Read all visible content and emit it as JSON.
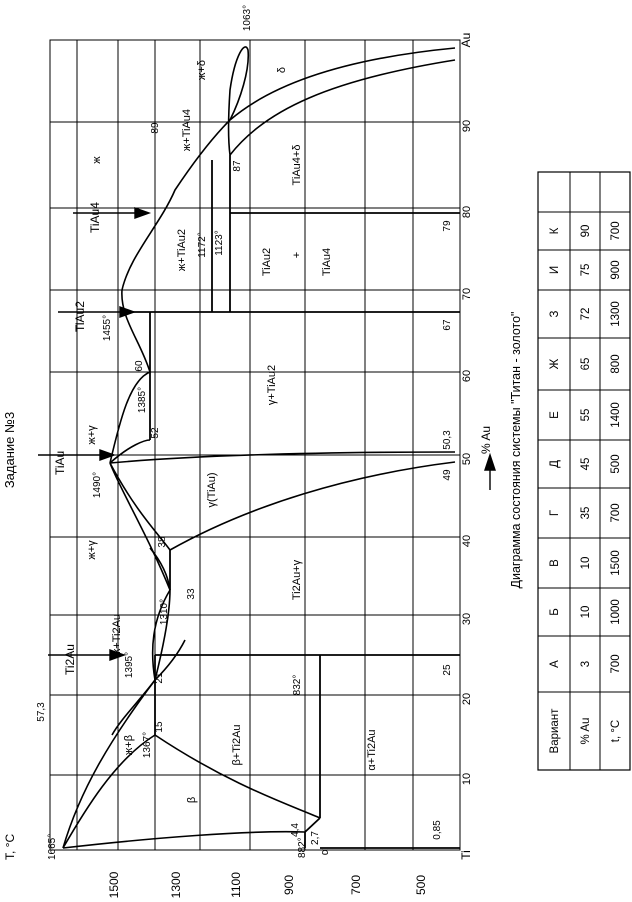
{
  "task_title": "Задание №3",
  "caption": "Диаграмма состояния системы \"Титан - золото\"",
  "axes": {
    "x_unit": "% Au",
    "left_element": "Ti",
    "right_element": "Au",
    "y_label": "T, °C",
    "x_ticks": [
      "10",
      "20",
      "30",
      "40",
      "50",
      "60",
      "70",
      "80",
      "90"
    ],
    "y_ticks": [
      "1500",
      "1300",
      "1100",
      "900",
      "700",
      "500"
    ]
  },
  "phase_labels": {
    "liquid": "ж",
    "beta": "β",
    "liq_beta": "ж+β",
    "beta_ti2au": "β+Ti2Au",
    "alpha_ti2au": "α+Ti2Au",
    "alpha": "α",
    "liq_ti2au": "ж+Ti2Au",
    "liq_gamma_a": "ж+γ",
    "liq_gamma_b": "ж+γ",
    "gamma": "γ(TiAu)",
    "ti2au_gamma": "Ti2Au+γ",
    "gamma_tiau2": "γ+TiAu2",
    "liq_tiau2": "ж+TiAu2",
    "tiau2_tiau4_1": "TiAu2",
    "tiau2_tiau4_2": "+",
    "tiau2_tiau4_3": "TiAu4",
    "liq_tiau4": "ж+TiAu4",
    "tiau4_delta": "TiAu4+δ",
    "liq_delta": "ж+δ",
    "delta": "δ"
  },
  "compound_arrows": [
    "Ti2Au",
    "TiAu",
    "TiAu2",
    "TiAu4"
  ],
  "temperature_labels": {
    "t1665": "1665°",
    "t882": "882°",
    "t1367": "1367°",
    "t1395": "1395°",
    "t1310": "1310°",
    "t832": "832°",
    "t1490": "1490°",
    "t1385": "1385°",
    "t1455": "1455°",
    "t1172": "1172°",
    "t1123": "1123°",
    "t1063": "1063°"
  },
  "composition_labels": {
    "c57_3": "57,3",
    "c4_4": "4,4",
    "c2_7": "2,7",
    "c0_85": "0,85",
    "c15": "15",
    "c21": "21",
    "c25": "25",
    "c33": "33",
    "c38": "38",
    "c49": "49",
    "c50_3": "50,3",
    "c52": "52",
    "c60": "60",
    "c67": "67",
    "c79": "79",
    "c87": "87",
    "c89": "89"
  },
  "variants_table": {
    "headers": [
      "Вариант",
      "% Au",
      "t, °C"
    ],
    "rows": [
      [
        "А",
        "3",
        "700"
      ],
      [
        "Б",
        "10",
        "1000"
      ],
      [
        "В",
        "10",
        "1500"
      ],
      [
        "Г",
        "35",
        "700"
      ],
      [
        "Д",
        "45",
        "500"
      ],
      [
        "Е",
        "55",
        "1400"
      ],
      [
        "Ж",
        "65",
        "800"
      ],
      [
        "З",
        "72",
        "1300"
      ],
      [
        "И",
        "75",
        "900"
      ],
      [
        "К",
        "90",
        "700"
      ]
    ]
  }
}
